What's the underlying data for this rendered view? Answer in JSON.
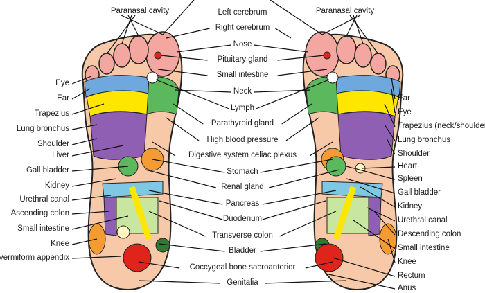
{
  "diagram": {
    "top_labels": {
      "left_foot": "Paranasal cavity",
      "right_foot": "Paranasal cavity"
    },
    "left_labels": [
      "Eye",
      "Ear",
      "Trapezius",
      "Lung bronchus",
      "Shoulder",
      "Liver",
      "Gall bladder",
      "Kidney",
      "Urethral canal",
      "Ascending colon",
      "Small intestine",
      "Knee",
      "Vermiform appendix"
    ],
    "center_labels": [
      "Left cerebrum",
      "Right cerebrum",
      "Nose",
      "Pituitary gland",
      "Small intestine",
      "Neck",
      "Lymph",
      "Parathyroid gland",
      "High blood pressure",
      "Digestive system celiac plexus",
      "Stomach",
      "Renal gland",
      "Pancreas",
      "Duodenum",
      "Transverse colon",
      "Bladder",
      "Coccygeal bone sacroanterior",
      "Genitalia"
    ],
    "right_labels": [
      "Ear",
      "Eye",
      "Trapezius (neck/shoulder)",
      "Lung bronchus",
      "Shoulder",
      "Heart",
      "Spleen",
      "Gall bladder",
      "Kidney",
      "Urethral canal",
      "Descending colon",
      "Small intestine",
      "Knee",
      "Rectum",
      "Anus"
    ],
    "colors": {
      "skin": "#f7c9a8",
      "outline": "#222222",
      "toe_pink": "#f4a7a0",
      "blue_zone": "#6fa8dc",
      "yellow_zone": "#ffe600",
      "green_zone": "#5cb85c",
      "purple_zone": "#8e5fb3",
      "orange_zone": "#f39c34",
      "light_green": "#c8e6a0",
      "cyan_zone": "#7ec8e3",
      "red_zone": "#e0231b",
      "dark_green": "#2f7a2f"
    }
  }
}
